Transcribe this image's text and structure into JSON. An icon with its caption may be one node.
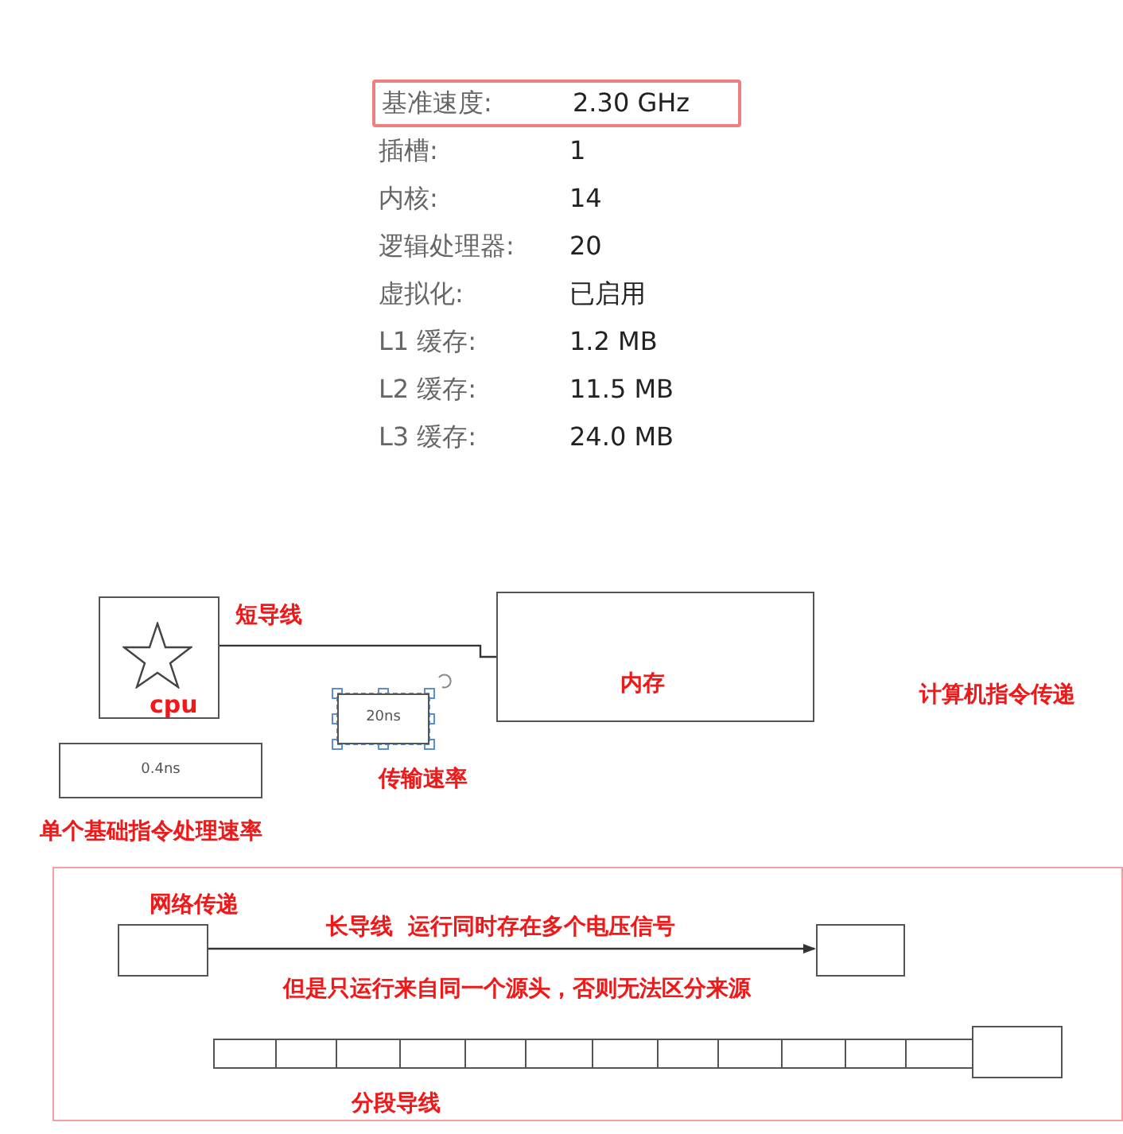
{
  "diagram": {
    "nodes": [
      {
        "text": [
          "基准速度:",
          "2.30 GHz"
        ]
      },
      {
        "text": [
          "cpu"
        ]
      },
      {
        "text": [],
        "shape": "star",
        "in": 1
      },
      {
        "text": [
          "内存"
        ]
      },
      {
        "text": [
          "20ns"
        ],
        "beside": [
          "传输速率"
        ]
      },
      {
        "text": [
          "0.4ns"
        ],
        "beside": [
          "单个基础指令处理速率"
        ]
      },
      {
        "text": [
          "网络传递"
        ]
      },
      {
        "text": [],
        "shape": "box",
        "in": 6
      },
      {
        "text": [],
        "shape": "box",
        "in": 6
      },
      {
        "text": [],
        "shape": "box",
        "in": 6
      },
      {
        "text": [],
        "shape": "box",
        "in": 6
      },
      {
        "text": [],
        "shape": "box",
        "in": 6
      },
      {
        "text": [],
        "shape": "box",
        "in": 6
      },
      {
        "text": [],
        "shape": "box",
        "in": 6
      },
      {
        "text": [],
        "shape": "box",
        "in": 6
      },
      {
        "text": [],
        "shape": "box",
        "in": 6
      },
      {
        "text": [],
        "shape": "box",
        "in": 6
      },
      {
        "text": [],
        "shape": "box",
        "in": 6
      },
      {
        "text": [],
        "shape": "box",
        "in": 6
      },
      {
        "text": [],
        "shape": "box",
        "in": 6
      },
      {
        "text": [],
        "shape": "box",
        "in": 6
      },
      {
        "text": [],
        "shape": "box",
        "in": 6
      }
    ],
    "edges": [
      {
        "from": 3,
        "to": 2,
        "arrow": "to",
        "label": "短导线"
      },
      {
        "from": 7,
        "to": 8,
        "arrow": "to",
        "label": "长导线  运行同时存在多个电压信号"
      }
    ],
    "labels": [
      "插槽:",
      "1",
      "内核:",
      "14",
      "逻辑处理器:",
      "20",
      "虚拟化:",
      "已启用",
      "L1 缓存:",
      "1.2 MB",
      "L2 缓存:",
      "11.5 MB",
      "L3 缓存:",
      "24.0 MB",
      "计算机指令传递",
      "但是只运行来自同一个源头，否则无法区分来源",
      "分段导线"
    ]
  }
}
